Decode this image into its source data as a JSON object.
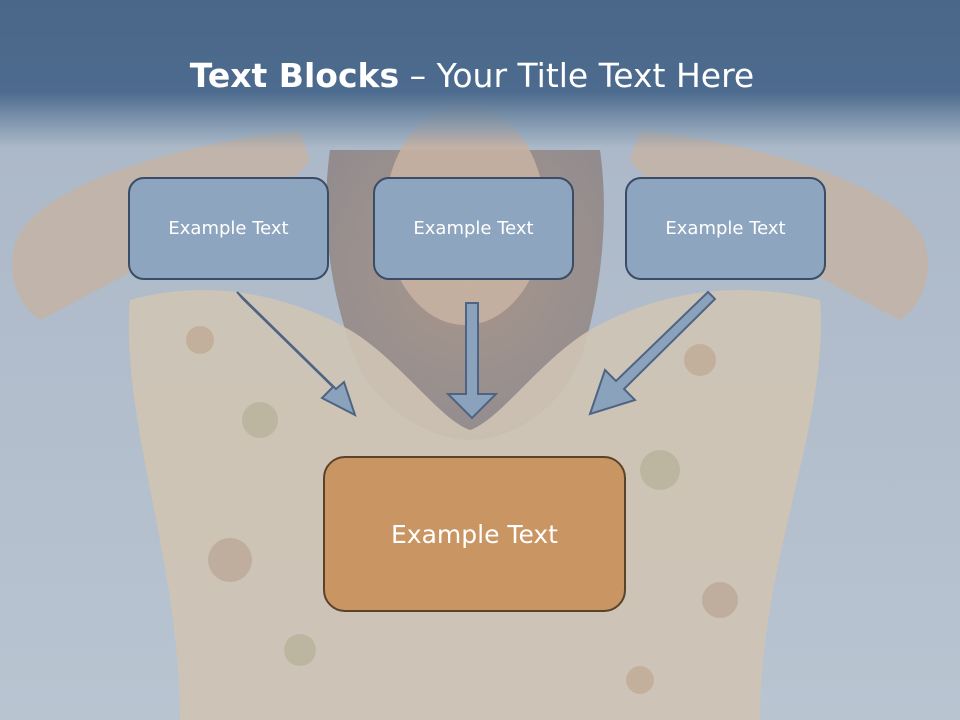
{
  "slide": {
    "title_bold": "Text Blocks",
    "title_dash": " – ",
    "title_rest": "Your Title Text Here"
  },
  "blocks": [
    {
      "label": "Example Text"
    },
    {
      "label": "Example Text"
    },
    {
      "label": "Example Text"
    }
  ],
  "target": {
    "label": "Example Text"
  },
  "colors": {
    "header": "#4d6b8e",
    "block_fill": "#8ea5c0",
    "block_border": "#3a4c66",
    "target_fill": "#c99563",
    "target_border": "#5a4328",
    "arrow_fill": "#8ba2bd",
    "arrow_stroke": "#4f6482"
  }
}
